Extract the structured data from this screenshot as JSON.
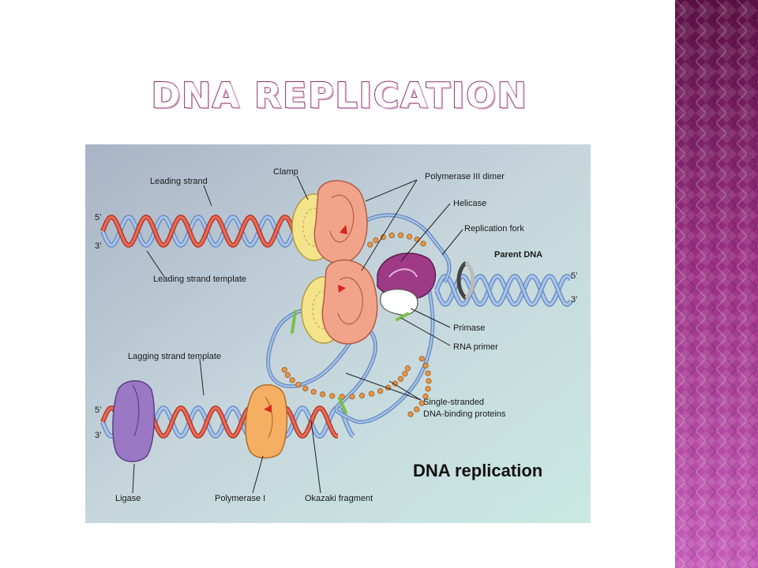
{
  "slide": {
    "title": "DNA REPLICATION"
  },
  "diagram": {
    "caption": "DNA replication",
    "labels": {
      "clamp": "Clamp",
      "leading_strand": "Leading strand",
      "polymerase_iii_dimer": "Polymerase III dimer",
      "helicase": "Helicase",
      "replication_fork": "Replication fork",
      "parent_dna": "Parent DNA",
      "leading_strand_template": "Leading strand template",
      "primase": "Primase",
      "rna_primer": "RNA primer",
      "lagging_strand_template": "Lagging strand template",
      "ssb_line1": "Single-stranded",
      "ssb_line2": "DNA-binding proteins",
      "ligase": "Ligase",
      "polymerase_i": "Polymerase I",
      "okazaki_fragment": "Okazaki fragment"
    },
    "ends": {
      "top_left_5": "5’",
      "top_left_3": "3’",
      "right_5": "5’",
      "right_3": "3’",
      "bottom_left_5": "5’",
      "bottom_left_3": "3’"
    },
    "colors": {
      "template_strand": "#8fb3e0",
      "new_strand": "#e0513f",
      "clamp": "#f3e38a",
      "polymerase_iii": "#f2a48a",
      "helicase": "#9e3a86",
      "primase": "#ffffff",
      "ligase": "#9b78c4",
      "polymerase_i": "#f6ae63",
      "ssb_protein": "#e89548",
      "rna_primer": "#7cc043"
    }
  }
}
